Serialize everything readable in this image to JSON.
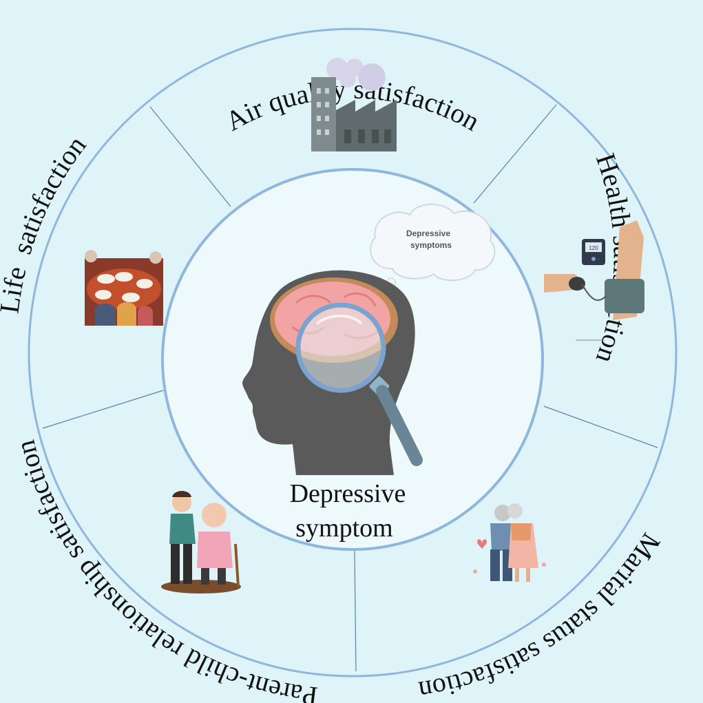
{
  "center": {
    "line1": "Depressive",
    "line2": "symptom",
    "cloud_line1": "Depressive",
    "cloud_line2": "symptoms"
  },
  "segments": [
    {
      "label": "Air quality satisfaction",
      "icon": "factory-icon"
    },
    {
      "label": "Health satisfaction",
      "icon": "blood-pressure-monitor-icon"
    },
    {
      "label": "Marital status satisfaction",
      "icon": "elderly-couple-icon"
    },
    {
      "label": "Parent-child relationship satisfaction",
      "icon": "parent-child-icon"
    },
    {
      "label": "Life  satisfaction",
      "icon": "family-dinner-icon"
    }
  ],
  "colors": {
    "background": "#dff4f8",
    "ring": "#8fb6dc",
    "divider": "#5a7fa8",
    "head": "#5a5a5a",
    "brain": "#f2a3a3"
  }
}
